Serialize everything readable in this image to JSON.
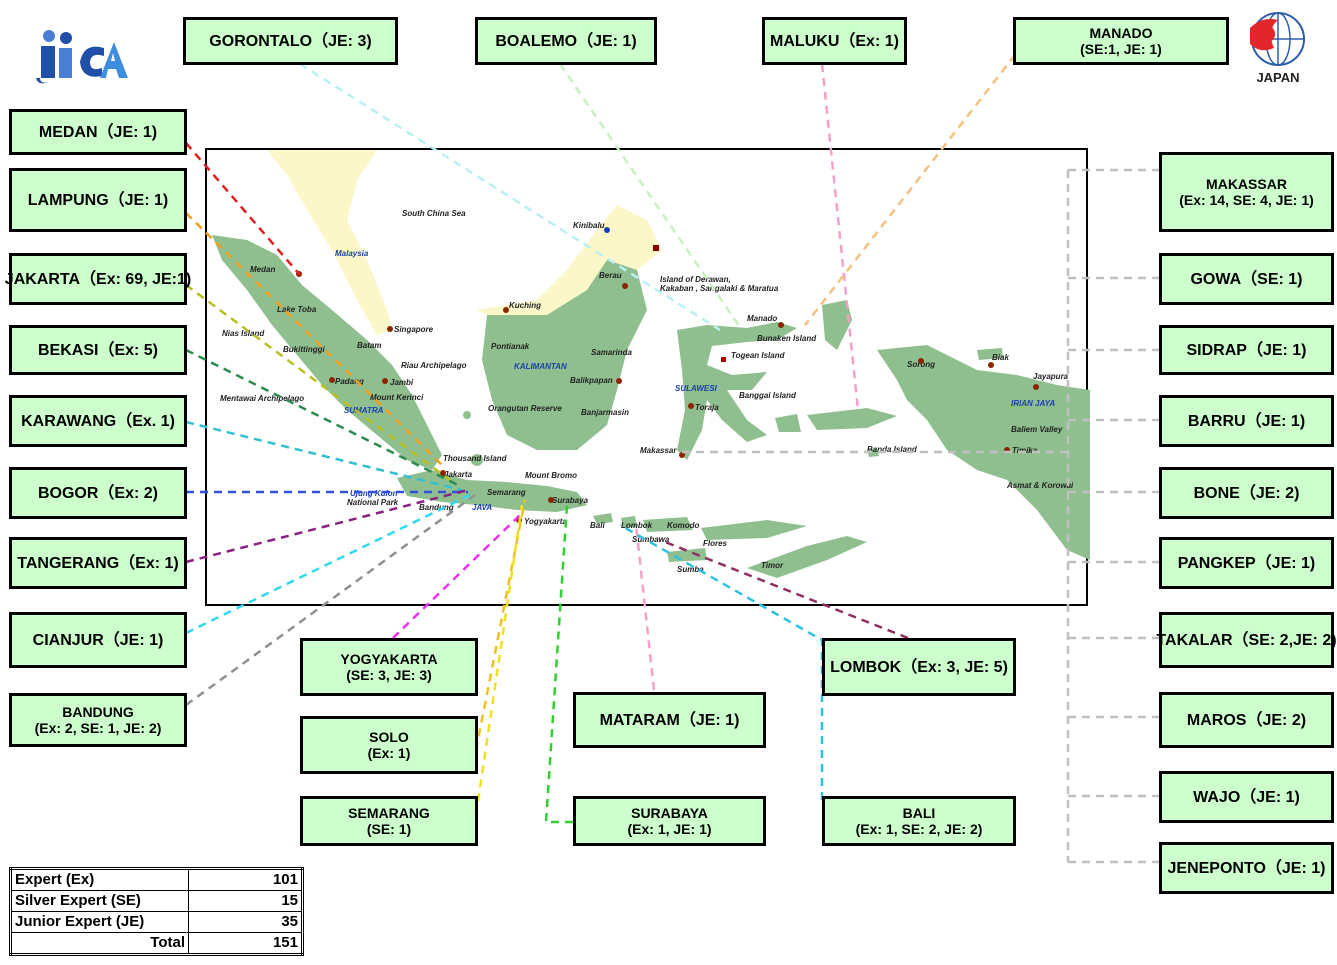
{
  "logos": {
    "jica": "JICA",
    "japan": "JAPAN"
  },
  "regions": {
    "gorontalo": [
      "GORONTALO（JE: 3)"
    ],
    "boalemo": [
      "BOALEMO（JE: 1)"
    ],
    "maluku": [
      "MALUKU（Ex: 1)"
    ],
    "manado": [
      "MANADO",
      "(SE:1, JE: 1)"
    ],
    "medan": [
      "MEDAN（JE: 1)"
    ],
    "lampung": [
      "LAMPUNG（JE: 1)"
    ],
    "jakarta": [
      "JAKARTA（Ex: 69, JE:1)"
    ],
    "bekasi": [
      "BEKASI（Ex: 5)"
    ],
    "karawang": [
      "KARAWANG（Ex. 1)"
    ],
    "bogor": [
      "BOGOR（Ex: 2)"
    ],
    "tangerang": [
      "TANGERANG（Ex: 1)"
    ],
    "cianjur": [
      "CIANJUR（JE: 1)"
    ],
    "bandung": [
      "BANDUNG",
      "(Ex: 2, SE: 1, JE: 2)"
    ],
    "yogyakarta": [
      "YOGYAKARTA",
      "(SE: 3, JE: 3)"
    ],
    "solo": [
      "SOLO",
      "(Ex: 1)"
    ],
    "semarang": [
      "SEMARANG",
      "(SE: 1)"
    ],
    "mataram": [
      "MATARAM（JE: 1)"
    ],
    "surabaya": [
      "SURABAYA",
      "(Ex: 1, JE: 1)"
    ],
    "lombok": [
      "LOMBOK（Ex: 3, JE: 5)"
    ],
    "bali": [
      "BALI",
      "(Ex: 1, SE: 2, JE: 2)"
    ],
    "makassar": [
      "MAKASSAR",
      "(Ex: 14, SE: 4, JE: 1)"
    ],
    "gowa": [
      "GOWA（SE: 1)"
    ],
    "sidrap": [
      "SIDRAP（JE: 1)"
    ],
    "barru": [
      "BARRU（JE: 1)"
    ],
    "bone": [
      "BONE（JE: 2)"
    ],
    "pangkep": [
      "PANGKEP（JE: 1)"
    ],
    "takalar": [
      "TAKALAR（SE: 2,JE: 2)"
    ],
    "maros": [
      "MAROS（JE: 2)"
    ],
    "wajo": [
      "WAJO（JE: 1)"
    ],
    "jeneponto": [
      "JENEPONTO（JE: 1)"
    ]
  },
  "map_places": {
    "south_china_sea": "South China Sea",
    "malaysia": "Malaysia",
    "kinibalu": "Kinibalu",
    "berau": "Berau",
    "derawan": "Island of Derawan,",
    "derawan2": "Kakaban , Sangalaki & Maratua",
    "kuching": "Kuching",
    "medan": "Medan",
    "lake_toba": "Lake Toba",
    "singapore": "Singapore",
    "nias": "Nias Island",
    "bukittinggi": "Bukittinggi",
    "batam": "Batam",
    "riau": "Riau Archipelago",
    "pontianak": "Pontianak",
    "kalimantan": "KALIMANTAN",
    "samarinda": "Samarinda",
    "balikpapan": "Balikpapan",
    "padang": "Padang",
    "jambi": "Jambi",
    "mentawai": "Mentawai Archipelago",
    "kerinci": "Mount Kerinci",
    "sumatra": "SUMATRA",
    "orangutan": "Orangutan Reserve",
    "banjarmasin": "Banjarmasin",
    "manado": "Manado",
    "bunaken": "Bunaken Island",
    "togean": "Togean Island",
    "sulawesi": "SULAWESI",
    "banggai": "Banggai Island",
    "toraja": "Toraja",
    "makassar": "Makassar",
    "sorong": "Sorong",
    "biak": "Biak",
    "jayapura": "Jayapura",
    "irian_jaya": "IRIAN JAYA",
    "baliem": "Baliem Valley",
    "timika": "Timika",
    "asmat": "Asmat & Korowai",
    "banda": "Banda Island",
    "thousand": "Thousand Island",
    "jakarta": "Jakarta",
    "ujung_kulon": "Ujung Kulon",
    "ujung_kulon2": "National Park",
    "bandung": "Bandung",
    "java": "JAVA",
    "semarang": "Semarang",
    "mount_bromo": "Mount Bromo",
    "surabaya": "Surabaya",
    "yogyakarta": "Yogyakarta",
    "bali": "Bali",
    "lombok": "Lombok",
    "komodo": "Komodo",
    "sumbawa": "Sumbawa",
    "flores": "Flores",
    "sumba": "Sumba",
    "timor": "Timor"
  },
  "summary": {
    "rows": [
      {
        "label": "Expert (Ex)",
        "value": "101"
      },
      {
        "label": "Silver Expert (SE)",
        "value": "15"
      },
      {
        "label": "Junior Expert (JE)",
        "value": "35"
      }
    ],
    "total": {
      "label": "Total",
      "value": "151"
    }
  },
  "colors": {
    "label_fill": "#ccffcc",
    "land": "#8fbf8f",
    "neighbor_land": "#fbf7c8",
    "city_dot": "#8b2500"
  }
}
